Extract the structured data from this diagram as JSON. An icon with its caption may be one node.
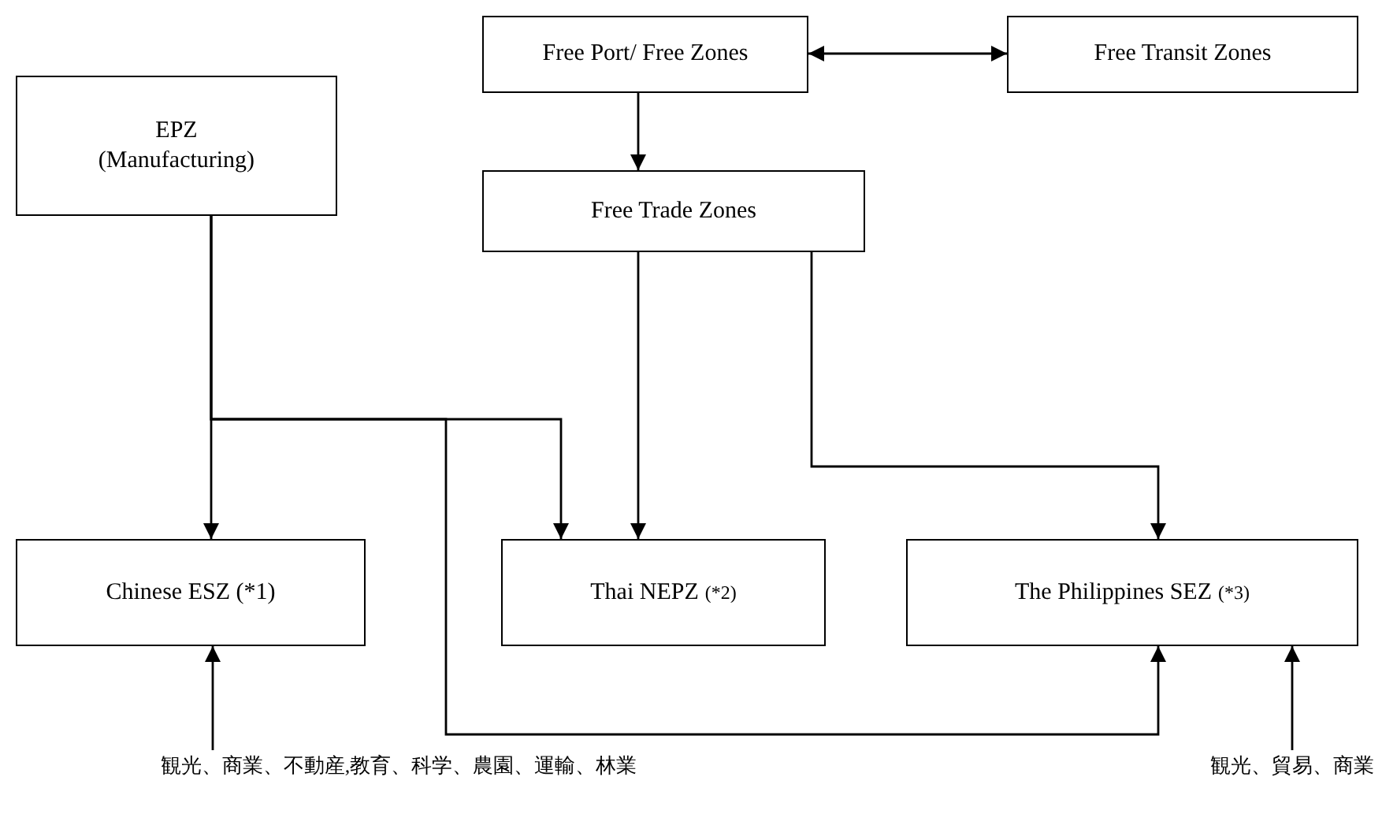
{
  "diagram": {
    "nodes": [
      {
        "text": [
          "Free Port/ Free Zones"
        ]
      },
      {
        "text": [
          "Free Transit Zones"
        ]
      },
      {
        "text": [
          "EPZ (Manufacturing)"
        ]
      },
      {
        "text": [
          "Free Trade Zones"
        ]
      },
      {
        "text": [
          "Chinese ESZ (*1)"
        ]
      },
      {
        "text": [
          "Thai NEPZ",
          "(*2)"
        ]
      },
      {
        "text": [
          "The Philippines SEZ",
          "(*3)"
        ]
      },
      {
        "text": [
          "観光、商業、不動産,教育、科学、農園、運輸、林業"
        ]
      },
      {
        "text": [
          "観光、貿易、商業"
        ]
      }
    ],
    "edges": [
      {
        "from": 0,
        "to": 1,
        "arrow": "both"
      },
      {
        "from": 0,
        "to": 3,
        "arrow": "to"
      },
      {
        "from": 2,
        "to": 4,
        "arrow": "to"
      },
      {
        "from": 2,
        "to": 5,
        "arrow": "to"
      },
      {
        "from": 2,
        "to": 6,
        "arrow": "to"
      },
      {
        "from": 3,
        "to": 5,
        "arrow": "to"
      },
      {
        "from": 3,
        "to": 6,
        "arrow": "to"
      },
      {
        "from": 7,
        "to": 4,
        "arrow": "to"
      },
      {
        "from": 8,
        "to": 6,
        "arrow": "to"
      }
    ]
  }
}
